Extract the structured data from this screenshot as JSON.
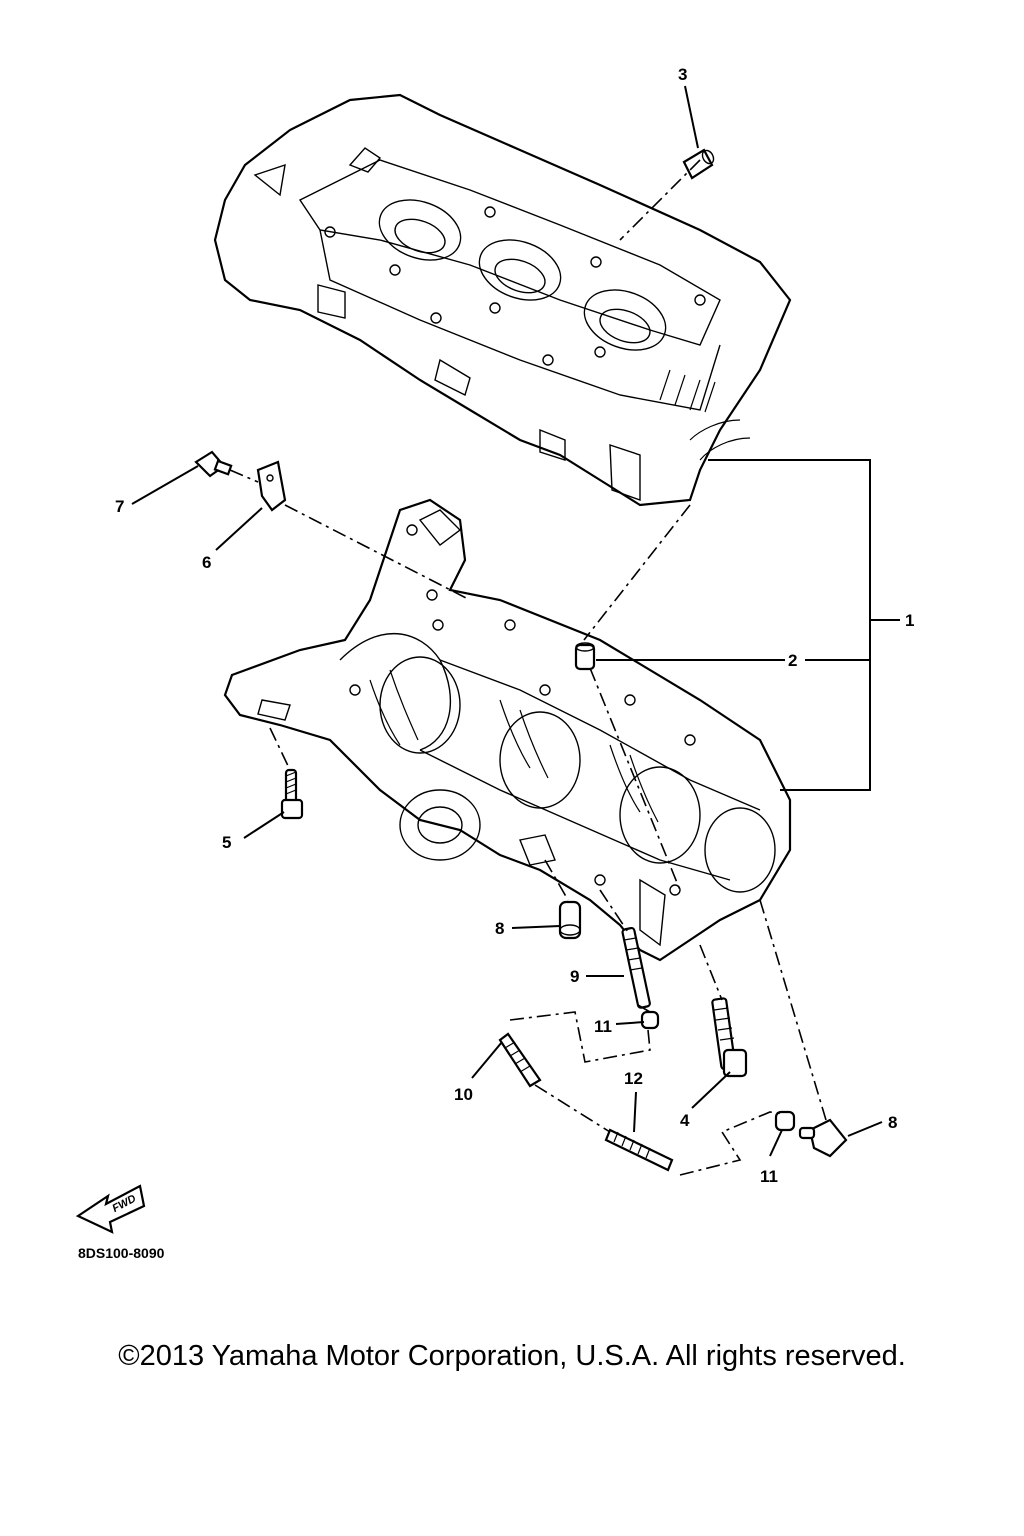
{
  "callouts": [
    "1",
    "2",
    "3",
    "4",
    "5",
    "6",
    "7",
    "8",
    "9",
    "10",
    "11",
    "12",
    "11",
    "8"
  ],
  "diagram_code": "8DS100-8090",
  "fwd_label": "FWD",
  "copyright": "©2013 Yamaha Motor Corporation, U.S.A. All rights reserved."
}
